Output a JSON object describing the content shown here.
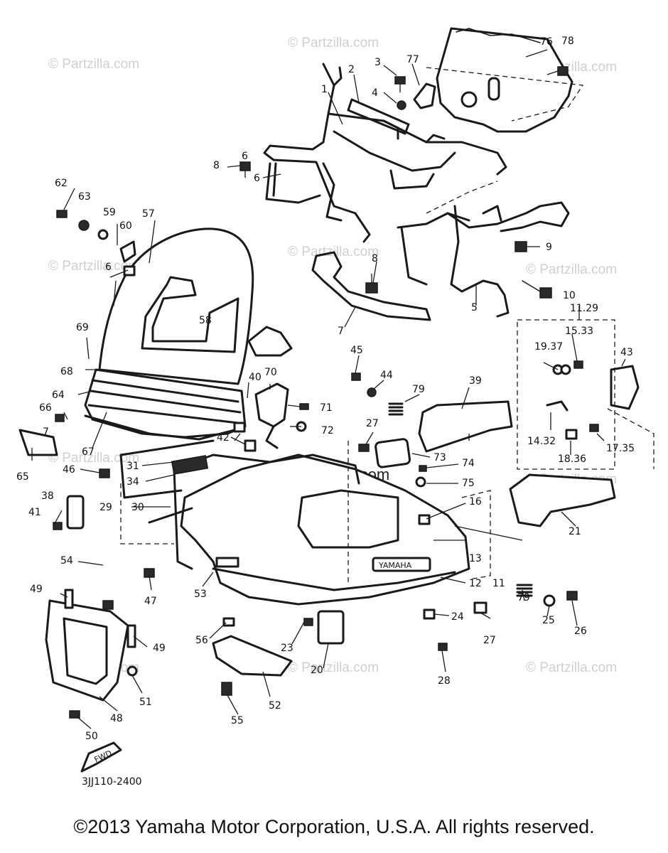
{
  "watermark": "© Partzilla.com",
  "diagram_code": "3JJ110-2400",
  "fwd_arrow_label": "FWD",
  "cowling_logo_text": "YAMAHA",
  "copyright": "©2013  Yamaha Motor Corporation, U.S.A. All rights reserved.",
  "callouts": [
    "1",
    "2",
    "3",
    "4",
    "5",
    "6",
    "6",
    "6",
    "7",
    "7",
    "8",
    "8",
    "9",
    "10",
    "11",
    "11.29",
    "12",
    "13",
    "14.32",
    "15.33",
    "16",
    "17.35",
    "18.36",
    "19.37",
    "20",
    "21",
    "23",
    "24",
    "25",
    "26",
    "27",
    "27",
    "28",
    "29",
    "30",
    "31",
    "34",
    "38",
    "39",
    "40",
    "41",
    "42",
    "43",
    "44",
    "45",
    "46",
    "47",
    "48",
    "49",
    "49",
    "50",
    "51",
    "52",
    "53",
    "54",
    "55",
    "56",
    "57",
    "58",
    "59",
    "60",
    "62",
    "63",
    "64",
    "65",
    "66",
    "67",
    "68",
    "69",
    "70",
    "71",
    "72",
    "73",
    "74",
    "75",
    "76",
    "77",
    "78",
    "79",
    "79"
  ]
}
